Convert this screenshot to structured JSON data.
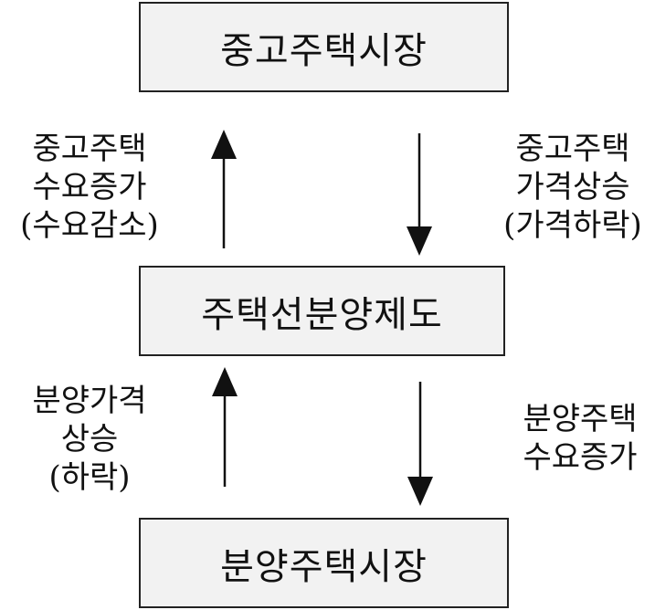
{
  "boxes": {
    "top": "중고주택시장",
    "middle": "주택선분양제도",
    "bottom": "분양주택시장"
  },
  "labels": {
    "top_left": [
      "중고주택",
      "수요증가",
      "(수요감소)"
    ],
    "top_right": [
      "중고주택",
      "가격상승",
      "(가격하락)"
    ],
    "bottom_left": [
      "분양가격",
      "상승",
      "(하락)"
    ],
    "bottom_right": [
      "분양주택",
      "수요증가"
    ]
  },
  "colors": {
    "box_fill": "#f2f2f2",
    "stroke": "#222222",
    "text": "#111111"
  }
}
